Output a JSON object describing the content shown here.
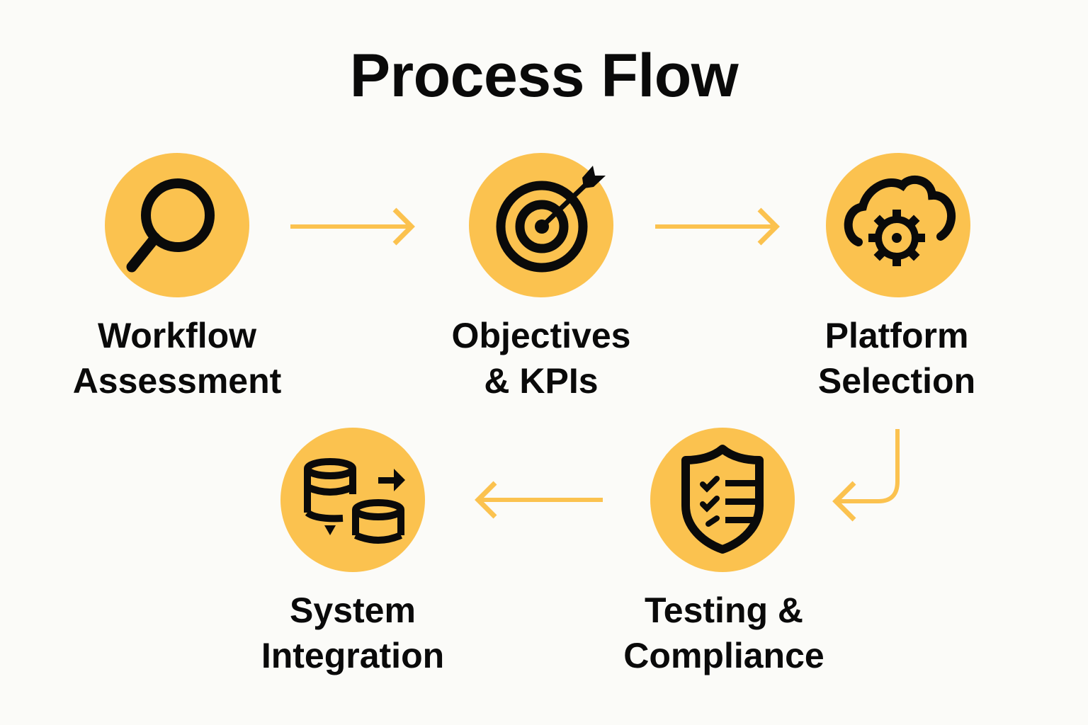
{
  "title": "Process Flow",
  "accent_color": "#fbc24f",
  "steps": [
    {
      "line1": "Workflow",
      "line2": "Assessment",
      "icon": "magnifier-icon"
    },
    {
      "line1": "Objectives",
      "line2": "& KPIs",
      "icon": "target-arrow-icon"
    },
    {
      "line1": "Platform",
      "line2": "Selection",
      "icon": "cloud-gear-icon"
    },
    {
      "line1": "Testing &",
      "line2": "Compliance",
      "icon": "shield-checklist-icon"
    },
    {
      "line1": "System",
      "line2": "Integration",
      "icon": "database-transfer-icon"
    }
  ]
}
